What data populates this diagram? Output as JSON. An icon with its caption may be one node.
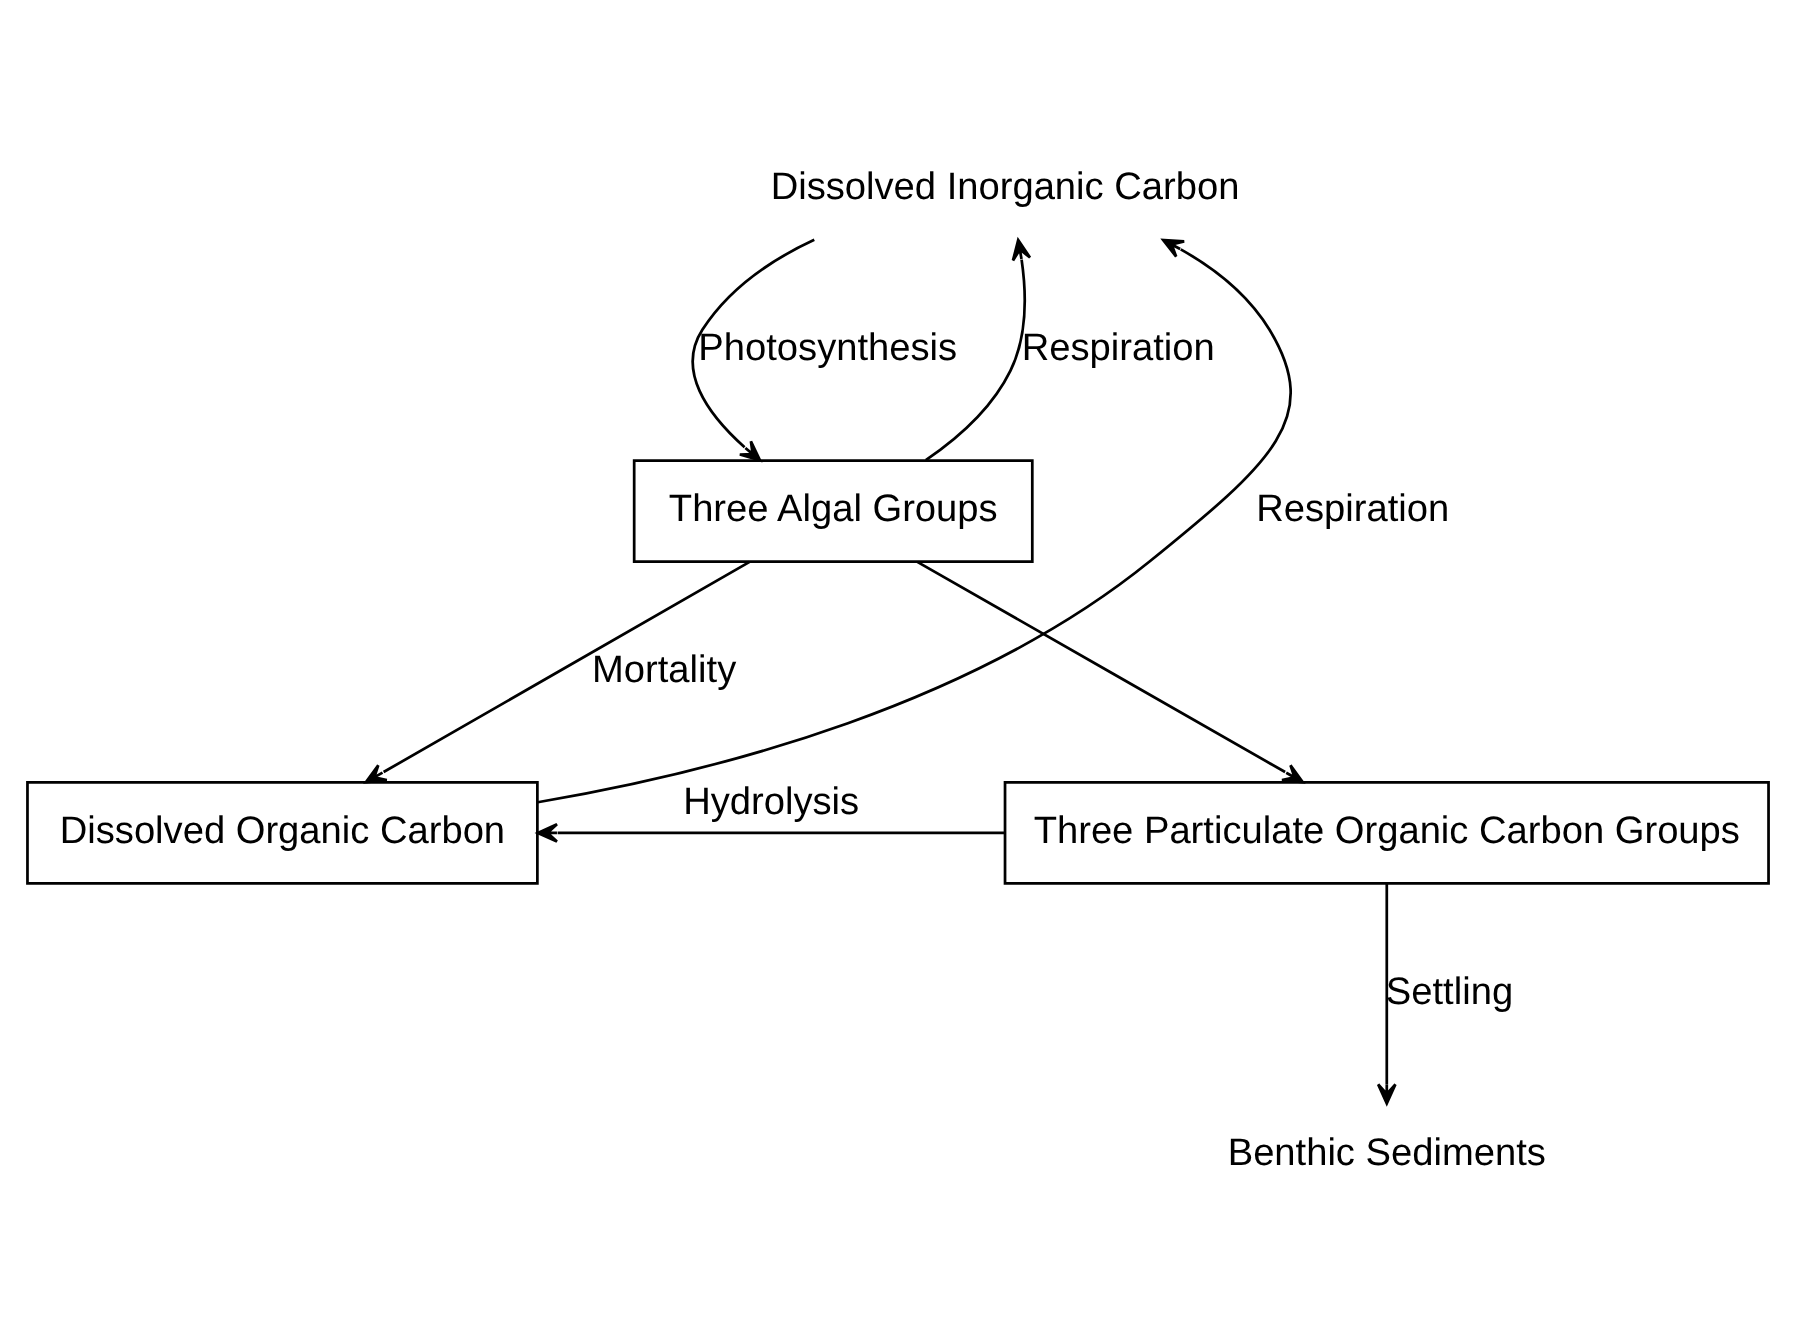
{
  "diagram": {
    "nodes": [
      {
        "text": [
          "Dissolved Inorganic Carbon"
        ]
      },
      {
        "text": [
          "Three Algal Groups"
        ]
      },
      {
        "text": [
          "Dissolved Organic Carbon"
        ]
      },
      {
        "text": [
          "Three Particulate Organic Carbon Groups"
        ]
      },
      {
        "text": [
          "Benthic Sediments"
        ]
      }
    ],
    "edges": [
      {
        "from": 1,
        "to": 0,
        "arrow": "to",
        "label": "Respiration"
      },
      {
        "from": 0,
        "to": 1,
        "arrow": "to",
        "label": "Photosynthesis"
      },
      {
        "from": 1,
        "to": 2,
        "arrow": "to",
        "label": "Mortality"
      },
      {
        "from": 1,
        "to": 3,
        "arrow": "to"
      },
      {
        "from": 2,
        "to": 0,
        "arrow": "to",
        "label": "Respiration"
      },
      {
        "from": 3,
        "to": 2,
        "arrow": "to",
        "label": "Hydrolysis"
      },
      {
        "from": 3,
        "to": 4,
        "arrow": "to",
        "label": "Settling"
      }
    ]
  }
}
